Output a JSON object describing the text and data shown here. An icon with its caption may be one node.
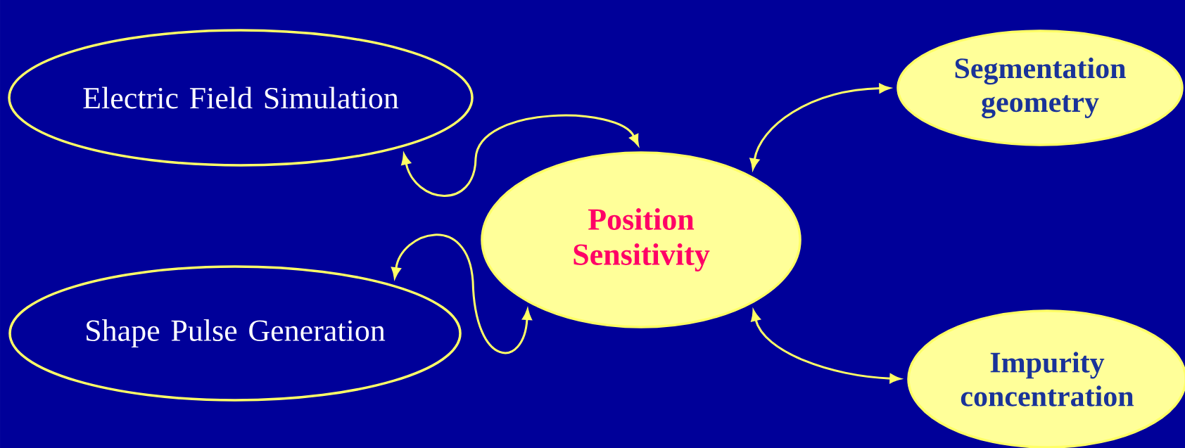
{
  "diagram": {
    "nodes": [
      {
        "text": [
          "Electric Field Simulation"
        ]
      },
      {
        "text": [
          "Segmentation geometry"
        ]
      },
      {
        "text": [
          "Position Sensitivity"
        ]
      },
      {
        "text": [
          "Shape Pulse Generation"
        ]
      },
      {
        "text": [
          "Impurity concentration"
        ]
      }
    ],
    "edges": [
      {
        "from": 0,
        "to": 2,
        "arrow": "both"
      },
      {
        "from": 3,
        "to": 2,
        "arrow": "both"
      },
      {
        "from": 2,
        "to": 1,
        "arrow": "both"
      },
      {
        "from": 2,
        "to": 4,
        "arrow": "both"
      }
    ]
  }
}
